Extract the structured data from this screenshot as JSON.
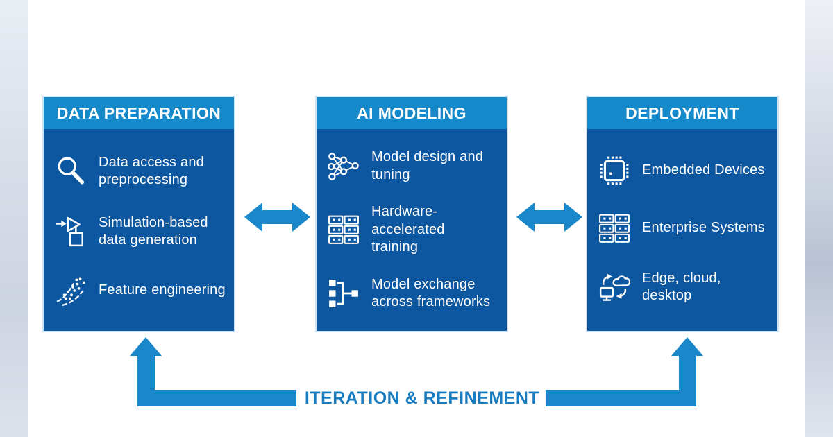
{
  "panels": [
    {
      "title": "DATA PREPARATION",
      "items": [
        {
          "icon": "search-icon",
          "label": "Data access and\npreprocessing"
        },
        {
          "icon": "simulation-icon",
          "label": "Simulation-based\ndata generation"
        },
        {
          "icon": "feature-engineering-icon",
          "label": "Feature engineering"
        }
      ]
    },
    {
      "title": "AI MODELING",
      "items": [
        {
          "icon": "neural-network-icon",
          "label": "Model design and\ntuning"
        },
        {
          "icon": "server-stack-icon",
          "label": "Hardware-\naccelerated\ntraining"
        },
        {
          "icon": "model-exchange-icon",
          "label": "Model exchange\nacross frameworks"
        }
      ]
    },
    {
      "title": "DEPLOYMENT",
      "items": [
        {
          "icon": "chip-icon",
          "label": "Embedded Devices"
        },
        {
          "icon": "server-stack-icon",
          "label": "Enterprise Systems"
        },
        {
          "icon": "cloud-desktop-sync-icon",
          "label": "Edge, cloud,\ndesktop"
        }
      ]
    }
  ],
  "footer": {
    "label": "ITERATION & REFINEMENT"
  },
  "colors": {
    "panel_header_blue": "#1689cb",
    "panel_body_blue": "#0d57a0",
    "panel_border": "#cfe3f2",
    "arrow_blue": "#1987c9",
    "footer_text_blue": "#1a7cc0",
    "icon_white": "#ffffff",
    "edge_strip_gray_blue": "#c9d0de",
    "background": "#ffffff"
  }
}
